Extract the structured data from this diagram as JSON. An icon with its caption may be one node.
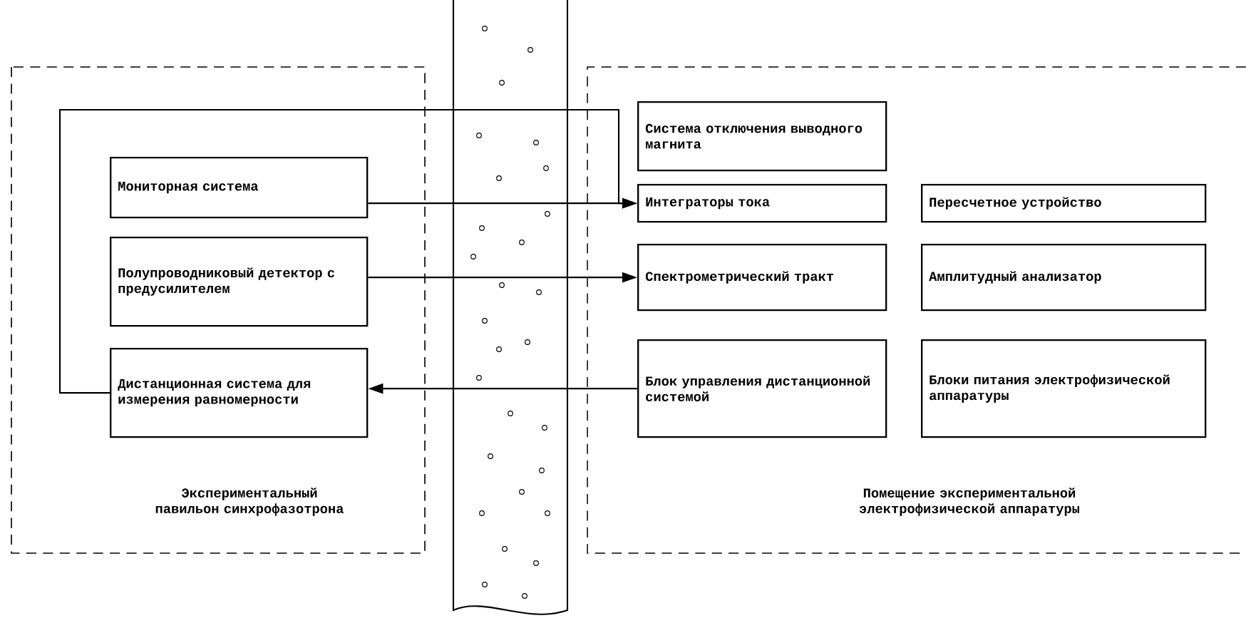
{
  "diagram": {
    "nodes": [
      {
        "text": [
          "Экспериментальный павильон синхрофазотрона"
        ]
      },
      {
        "text": [
          "Мониторная система"
        ],
        "in": 0
      },
      {
        "text": [
          "Полупроводниковый детектор с предусилителем"
        ],
        "in": 0
      },
      {
        "text": [
          "Дистанционная система для измерения равномерности"
        ],
        "in": 0
      },
      {
        "text": [
          "Помещение экспериментальной электрофизической аппаратуры"
        ]
      },
      {
        "text": [
          "Система отключения выводного магнита"
        ],
        "in": 4
      },
      {
        "text": [
          "Интеграторы тока"
        ],
        "in": 4
      },
      {
        "text": [
          "Пересчетное устройство"
        ],
        "in": 4
      },
      {
        "text": [
          "Спектрометрический тракт"
        ],
        "in": 4
      },
      {
        "text": [
          "Амплитудный анализатор"
        ],
        "in": 4
      },
      {
        "text": [
          "Блок управления дистанционной системой"
        ],
        "in": 4
      },
      {
        "text": [
          "Блоки питания электрофизической аппаратуры"
        ],
        "in": 4
      }
    ],
    "edges": [
      {
        "from": 3,
        "to": 6,
        "arrow": "to"
      },
      {
        "from": 1,
        "to": 6,
        "arrow": "to"
      },
      {
        "from": 2,
        "to": 8,
        "arrow": "to"
      },
      {
        "from": 10,
        "to": 3,
        "arrow": "to"
      }
    ]
  }
}
